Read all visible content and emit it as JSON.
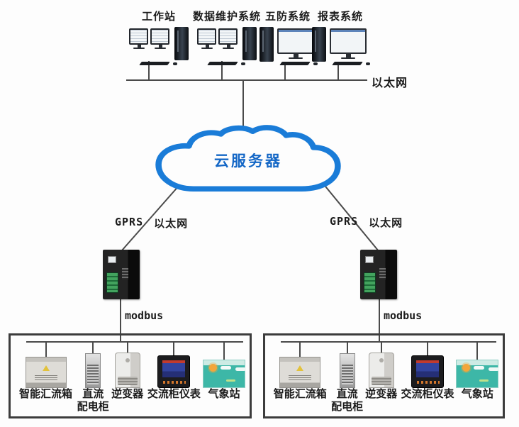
{
  "top_systems": [
    {
      "label": "工作站",
      "icon": "dual-monitor-workstation"
    },
    {
      "label": "数据维护系统",
      "icon": "dual-monitor-workstation"
    },
    {
      "label": "五防系统",
      "icon": "single-monitor-workstation"
    },
    {
      "label": "报表系统",
      "icon": "single-monitor-workstation"
    }
  ],
  "network": {
    "ethernet_label": "以太网",
    "cloud_label": "云服务器",
    "left_link": {
      "gprs": "GPRS",
      "ethernet": "以太网",
      "bus": "modbus"
    },
    "right_link": {
      "gprs": "GPRS",
      "ethernet": "以太网",
      "bus": "modbus"
    }
  },
  "sites": [
    {
      "name": "site-1",
      "devices": [
        {
          "type": "combiner-box",
          "label": "智能汇流箱"
        },
        {
          "type": "dc-cabinet",
          "label": "直流",
          "label2": "配电柜"
        },
        {
          "type": "inverter",
          "label": "逆变器"
        },
        {
          "type": "ac-meter",
          "label": "交流柜仪表"
        },
        {
          "type": "weather-station",
          "label": "气象站"
        }
      ]
    },
    {
      "name": "site-2",
      "devices": [
        {
          "type": "combiner-box",
          "label": "智能汇流箱"
        },
        {
          "type": "dc-cabinet",
          "label": "直流",
          "label2": "配电柜"
        },
        {
          "type": "inverter",
          "label": "逆变器"
        },
        {
          "type": "ac-meter",
          "label": "交流柜仪表"
        },
        {
          "type": "weather-station",
          "label": "气象站"
        }
      ]
    }
  ],
  "colors": {
    "line": "#4a4a4a",
    "box_border": "#3c3c3c",
    "cloud_stroke": "#1a7cd8",
    "cloud_text": "#1467c6",
    "weather_teal": "#3db7a7",
    "terminal_green": "#43a35e"
  }
}
